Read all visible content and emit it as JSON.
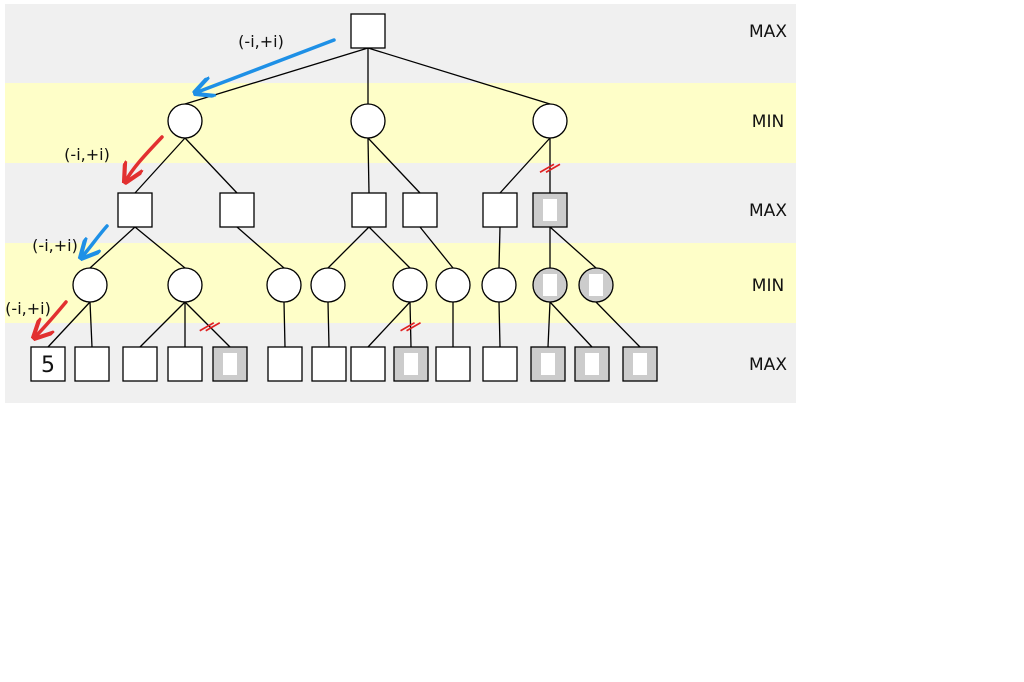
{
  "levels": [
    {
      "label": "MAX",
      "band_color": "#f0f0f0"
    },
    {
      "label": "MIN",
      "band_color": "#fefec8"
    },
    {
      "label": "MAX",
      "band_color": "#f0f0f0"
    },
    {
      "label": "MIN",
      "band_color": "#fefec8"
    },
    {
      "label": "MAX",
      "band_color": "#f0f0f0"
    }
  ],
  "window_label": "(-i,+i)",
  "leaf_value": "5",
  "colors": {
    "pruned_fill": "#cccccc",
    "cut_mark": "#e02020",
    "arrow_blue": "#1e90e6",
    "arrow_red": "#e23030"
  },
  "tree": {
    "id": "root",
    "pruned": false,
    "children": [
      {
        "id": "a",
        "children": [
          {
            "id": "a1",
            "children": [
              {
                "id": "a1a",
                "children": [
                  {
                    "id": "l1",
                    "value": "5"
                  },
                  {
                    "id": "l2"
                  }
                ]
              },
              {
                "id": "a1b",
                "children": [
                  {
                    "id": "l3"
                  },
                  {
                    "id": "l4"
                  },
                  {
                    "id": "l5",
                    "pruned": true,
                    "cut": true
                  }
                ]
              }
            ]
          },
          {
            "id": "a2",
            "children": [
              {
                "id": "a2a",
                "children": [
                  {
                    "id": "l6"
                  }
                ]
              }
            ]
          }
        ]
      },
      {
        "id": "b",
        "children": [
          {
            "id": "b1",
            "children": [
              {
                "id": "b1a",
                "children": [
                  {
                    "id": "l7"
                  }
                ]
              },
              {
                "id": "b1b",
                "children": [
                  {
                    "id": "l8"
                  },
                  {
                    "id": "l9",
                    "pruned": true,
                    "cut": true
                  }
                ]
              }
            ]
          },
          {
            "id": "b2",
            "children": [
              {
                "id": "b2a",
                "children": [
                  {
                    "id": "l10"
                  }
                ]
              }
            ]
          }
        ]
      },
      {
        "id": "c",
        "children": [
          {
            "id": "c1",
            "children": [
              {
                "id": "c1a",
                "children": [
                  {
                    "id": "l11"
                  }
                ]
              }
            ]
          },
          {
            "id": "c2",
            "pruned": true,
            "cut": true,
            "children": [
              {
                "id": "c2a",
                "pruned": true,
                "children": [
                  {
                    "id": "l12",
                    "pruned": true
                  },
                  {
                    "id": "l13",
                    "pruned": true
                  }
                ]
              },
              {
                "id": "c2b",
                "pruned": true,
                "children": [
                  {
                    "id": "l14",
                    "pruned": true
                  }
                ]
              }
            ]
          }
        ]
      }
    ]
  },
  "annotations": [
    {
      "node": "root",
      "arrow": "blue",
      "label": "(-i,+i)"
    },
    {
      "node": "a",
      "arrow": "red",
      "label": "(-i,+i)"
    },
    {
      "node": "a1",
      "arrow": "blue",
      "label": "(-i,+i)"
    },
    {
      "node": "a1a",
      "arrow": "red",
      "label": "(-i,+i)"
    }
  ]
}
